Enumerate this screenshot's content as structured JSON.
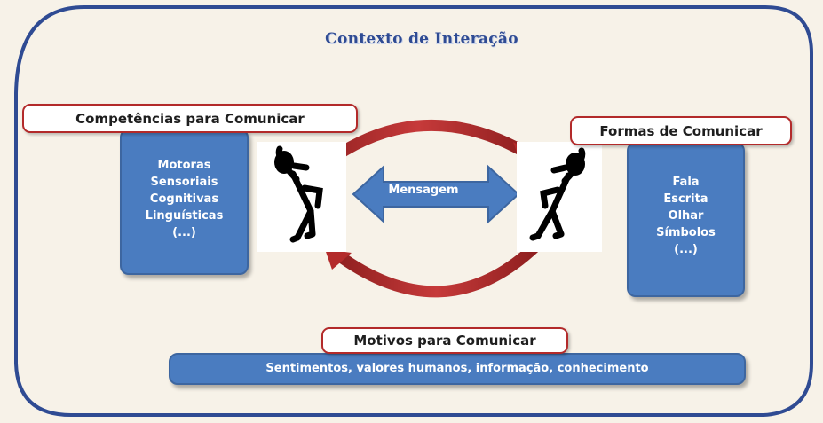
{
  "title": "Contexto de Interação",
  "competencias": {
    "label": "Competências para Comunicar",
    "items": [
      "Motoras",
      "Sensoriais",
      "Cognitivas",
      "Linguísticas",
      "(...)"
    ]
  },
  "formas": {
    "label": "Formas de Comunicar",
    "items": [
      "Fala",
      "Escrita",
      "Olhar",
      "Símbolos",
      "(...)"
    ]
  },
  "mensagem": "Mensagem",
  "motivos": {
    "label": "Motivos para Comunicar",
    "text": "Sentimentos, valores humanos, informação, conhecimento"
  },
  "colors": {
    "background": "#f7f2e8",
    "frame": "#2f4b93",
    "box_blue": "#4a7cc0",
    "label_border": "#b32a2a",
    "cycle_arrow": "#b32a2a"
  },
  "icons": [
    "stick-figure-thinking-left",
    "stick-figure-thinking-right",
    "double-arrow",
    "curved-arrow-top",
    "curved-arrow-bottom"
  ]
}
